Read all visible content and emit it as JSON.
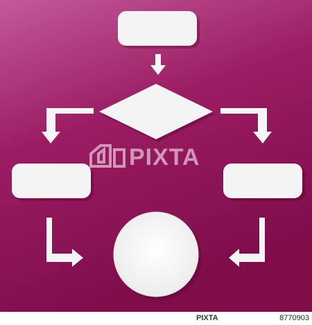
{
  "colors": {
    "background_top": "#c25a98",
    "background_mid": "#9b1c62",
    "background_bottom": "#7e0d4a",
    "shape_fill": "#f4f4f4",
    "arrow_fill": "#f5f5f5",
    "watermark": "#ffffff"
  },
  "watermark": {
    "logo": "PIXTA"
  },
  "footer": {
    "logo": "PIXTA",
    "image_id": "8770903"
  }
}
